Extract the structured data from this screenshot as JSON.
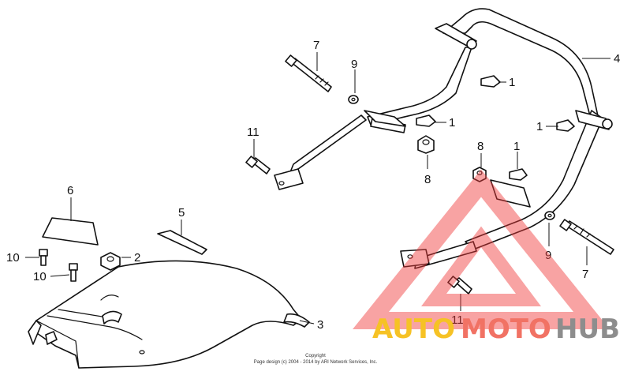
{
  "diagram": {
    "callouts": {
      "c1a": "1",
      "c1b": "1",
      "c1c": "1",
      "c1d": "1",
      "c2": "2",
      "c3": "3",
      "c4": "4",
      "c5": "5",
      "c6": "6",
      "c7a": "7",
      "c7b": "7",
      "c8a": "8",
      "c8b": "8",
      "c9a": "9",
      "c9b": "9",
      "c10a": "10",
      "c10b": "10",
      "c11a": "11",
      "c11b": "11"
    },
    "copyright_line1": "Copyright",
    "copyright_line2": "Page design (c) 2004 - 2014 by ARI Network Services, Inc."
  },
  "watermark": {
    "brand_auto": "AUTO",
    "brand_moto": "MOTO",
    "brand_hub": "HUB",
    "colors": {
      "auto": "#f5b800",
      "moto": "#ef5a4a",
      "hub": "#7a7a7a",
      "triangle": "#ee3b3b"
    }
  }
}
